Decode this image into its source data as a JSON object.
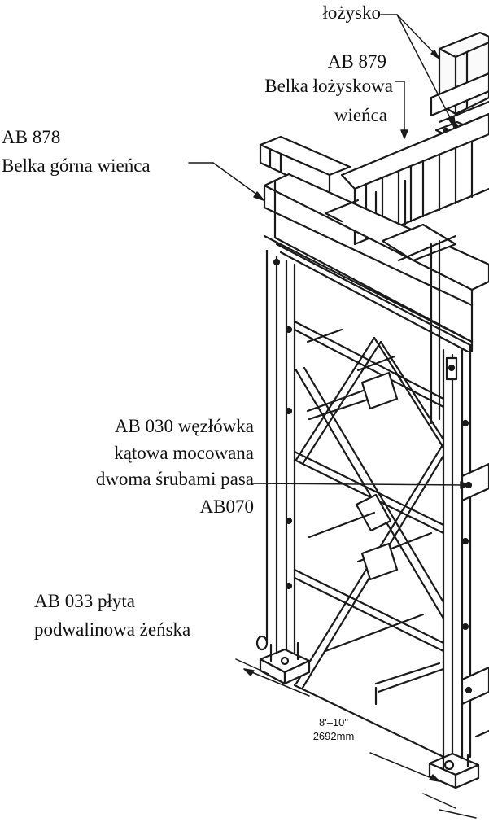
{
  "labels": {
    "bearing": "łożysko",
    "ab879_code": "AB 879",
    "ab879_line1": "Belka łożyskowa",
    "ab879_line2": "wieńca",
    "ab878_code": "AB 878",
    "ab878_name": "Belka górna wieńca",
    "ab030_line1": "AB 030 węzłówka",
    "ab030_line2": "kątowa mocowana",
    "ab030_line3": "dwoma śrubami pasa",
    "ab030_line4": "AB070",
    "ab033_line1": "AB 033 płyta",
    "ab033_line2": "podwalinowa żeńska"
  },
  "dimension": {
    "imperial": "8'–10\"",
    "metric": "2692mm"
  }
}
